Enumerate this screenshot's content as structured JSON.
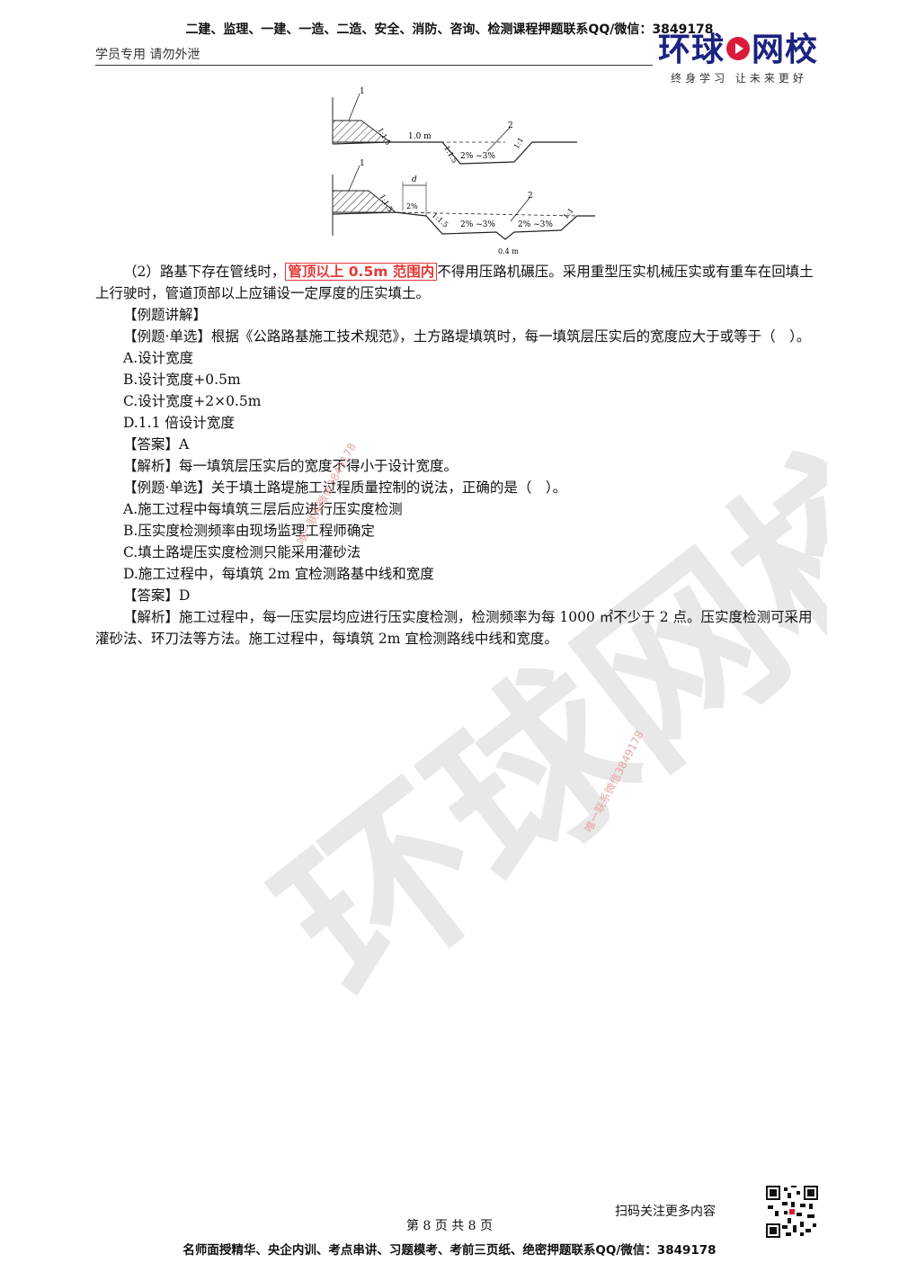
{
  "header": {
    "top_banner": "二建、监理、一建、一造、二造、安全、消防、咨询、检测课程押题联系QQ/微信：3849178",
    "left_note": "学员专用 请勿外泄",
    "logo_main_a": "环球",
    "logo_main_b": "网校",
    "logo_sub": "终身学习 让未来更好"
  },
  "figure": {
    "top_labels": {
      "n1": "1",
      "n2": "2",
      "slope_a": "1:1.5",
      "slope_b": "1:1.5",
      "slope_c": "1:1",
      "width": "1.0 m",
      "grade": "2% ~3%"
    },
    "bottom_labels": {
      "n1": "1",
      "n2": "2",
      "d": "d",
      "slope_a": "1:1.5",
      "slope_b": "1:1.5",
      "slope_c": "1:1",
      "pct": "2%",
      "grade_a": "2% ~3%",
      "grade_b": "2% ~3%",
      "width": "0.4 m"
    }
  },
  "content": {
    "para1_pre": "（2）路基下存在管线时，",
    "para1_hl": "管顶以上 0.5m 范围内",
    "para1_post": "不得用压路机碾压。采用重型压实机械压实或有重车在回填土上行驶时，管道顶部以上应铺设一定厚度的压实填土。",
    "example_title": "【例题讲解】",
    "q1": "【例题·单选】根据《公路路基施工技术规范》，土方路堤填筑时，每一填筑层压实后的宽度应大于或等于（　）。",
    "q1_options": [
      "A.设计宽度",
      "B.设计宽度+0.5m",
      "C.设计宽度+2×0.5m",
      "D.1.1 倍设计宽度"
    ],
    "q1_answer": "【答案】A",
    "q1_analysis": "【解析】每一填筑层压实后的宽度不得小于设计宽度。",
    "q2": "【例题·单选】关于填土路堤施工过程质量控制的说法，正确的是（　）。",
    "q2_options": [
      "A.施工过程中每填筑三层后应进行压实度检测",
      "B.压实度检测频率由现场监理工程师确定",
      "C.填土路堤压实度检测只能采用灌砂法",
      "D.施工过程中，每填筑 2m 宜检测路基中线和宽度"
    ],
    "q2_answer": "【答案】D",
    "q2_analysis": "【解析】施工过程中，每一压实层均应进行压实度检测，检测频率为每 1000 ㎡不少于 2 点。压实度检测可采用灌砂法、环刀法等方法。施工过程中，每填筑 2m 宜检测路线中线和宽度。"
  },
  "watermarks": {
    "big": "环球网校",
    "small_a": "唯一联系微信3849178",
    "small_b": "唯一联系微信3849178"
  },
  "footer": {
    "qr_caption": "扫码关注更多内容",
    "page": "第 8 页 共 8 页",
    "bottom_banner": "名师面授精华、央企内训、考点串讲、习题模考、考前三页纸、绝密押题联系QQ/微信：3849178"
  }
}
